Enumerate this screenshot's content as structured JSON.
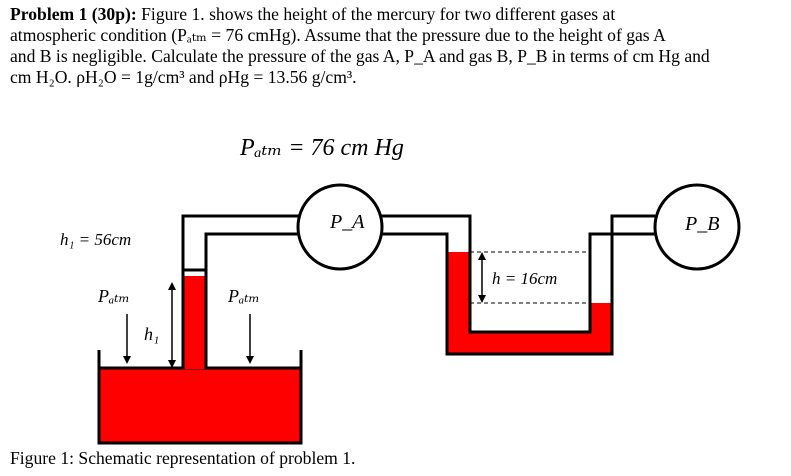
{
  "problem": {
    "title": "Problem 1 (30p):",
    "line1_rest": "Figure 1. shows the height of the mercury for two different gases at",
    "line2": "atmospheric condition (Pₐₜₘ = 76 cmHg). Assume that the pressure due to the height of gas A",
    "line3": "and B is negligible. Calculate the pressure of the gas A, P_A and gas B, P_B in terms of cm Hg and",
    "line4": "cm H₂O. ρH₂O = 1g/cm³ and ρHg = 13.56 g/cm³."
  },
  "figure": {
    "patm_equation": "Pₐₜₘ = 76 cm Hg",
    "h1_value": "h₁ = 56cm",
    "patm_left": "Pₐₜₘ",
    "patm_right": "Pₐₜₘ",
    "h1_label": "h₁",
    "gas_a_label": "P_A",
    "gas_b_label": "P_B",
    "h_value": "h = 16cm",
    "mercury_color": "#ff0000"
  },
  "caption": "Figure 1: Schematic representation of problem 1."
}
